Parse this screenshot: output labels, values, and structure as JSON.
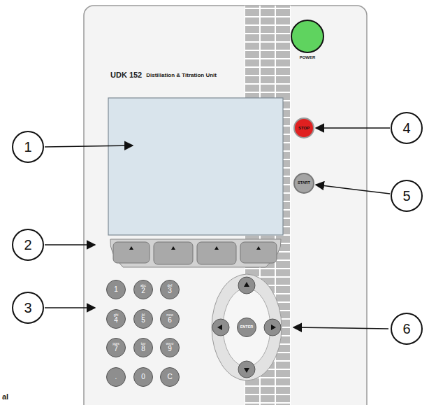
{
  "diagram": {
    "nodes": [
      {
        "text": [
          "POWER"
        ]
      },
      {
        "text": [
          "1"
        ]
      },
      {
        "text": [
          "STOP"
        ]
      },
      {
        "text": [
          "4"
        ]
      },
      {
        "text": [
          "START"
        ]
      },
      {
        "text": [
          "5"
        ]
      },
      {
        "text": [
          "2"
        ]
      },
      {
        "text": [
          "3"
        ]
      },
      {
        "text": [
          "1"
        ]
      },
      {
        "text": [
          "abc",
          "2"
        ]
      },
      {
        "text": [
          "def",
          "3"
        ]
      },
      {
        "text": [
          "ghi",
          "4"
        ]
      },
      {
        "text": [
          "jkl",
          "5"
        ]
      },
      {
        "text": [
          "mno",
          "6"
        ]
      },
      {
        "text": [
          "pqrs",
          "7"
        ]
      },
      {
        "text": [
          "tuv",
          "8"
        ]
      },
      {
        "text": [
          "wxyz",
          "9"
        ]
      },
      {
        "text": [
          "."
        ]
      },
      {
        "text": [
          "0"
        ]
      },
      {
        "text": [
          "C"
        ]
      },
      {
        "text": [
          "ENTER"
        ]
      },
      {
        "text": [
          "6"
        ]
      }
    ],
    "edges": [
      {
        "from": 3,
        "to": 2,
        "arrow": "to"
      },
      {
        "from": 5,
        "to": 4,
        "arrow": "to"
      }
    ],
    "labels": [
      "UDK 152",
      "Distillation & Titration Unit",
      "al"
    ]
  }
}
